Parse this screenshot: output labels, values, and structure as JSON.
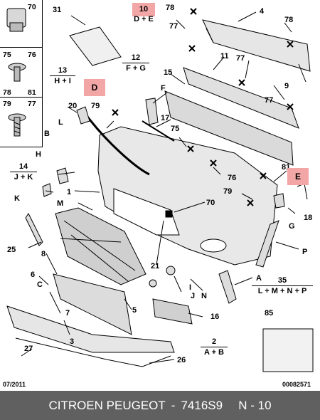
{
  "part_numbers": {
    "n70": "70",
    "n75": "75",
    "n76": "76",
    "n78": "78",
    "n81": "81",
    "n79": "79",
    "n77": "77",
    "n31": "31",
    "n4": "4",
    "n11": "11",
    "n9": "9",
    "n15": "15",
    "n20": "20",
    "n17": "17",
    "n16": "16",
    "n21": "21",
    "n25": "25",
    "n8": "8",
    "n6": "6",
    "n7": "7",
    "n3": "3",
    "n27": "27",
    "n26": "26",
    "n85": "85",
    "n5": "5",
    "n18": "18",
    "n1": "1",
    "n12a": "12",
    "n13": "13",
    "n14": "14",
    "n35": "35",
    "n2": "2",
    "n10": "10"
  },
  "letters": {
    "B": "B",
    "L": "L",
    "H": "H",
    "K": "K",
    "M": "M",
    "F": "F",
    "G": "G",
    "P": "P",
    "A": "A",
    "I": "I",
    "J": "J",
    "N": "N",
    "C": "C"
  },
  "groups": {
    "g10": {
      "top": "10",
      "bot": "D + E"
    },
    "g12": {
      "top": "12",
      "bot": "F + G"
    },
    "g13": {
      "top": "13",
      "bot": "H + I"
    },
    "g14": {
      "top": "14",
      "bot": "J + K"
    },
    "g35": {
      "top": "35",
      "bot": "L + M + N + P"
    },
    "g2": {
      "top": "2",
      "bot": "A + B"
    }
  },
  "highlights": {
    "D": "D",
    "E": "E"
  },
  "footer_date": "07/2011",
  "footer_ref": "00082571",
  "footer": {
    "brand": "CITROEN PEUGEOT",
    "sep": "-",
    "part": "7416S9",
    "page": "N - 10"
  }
}
